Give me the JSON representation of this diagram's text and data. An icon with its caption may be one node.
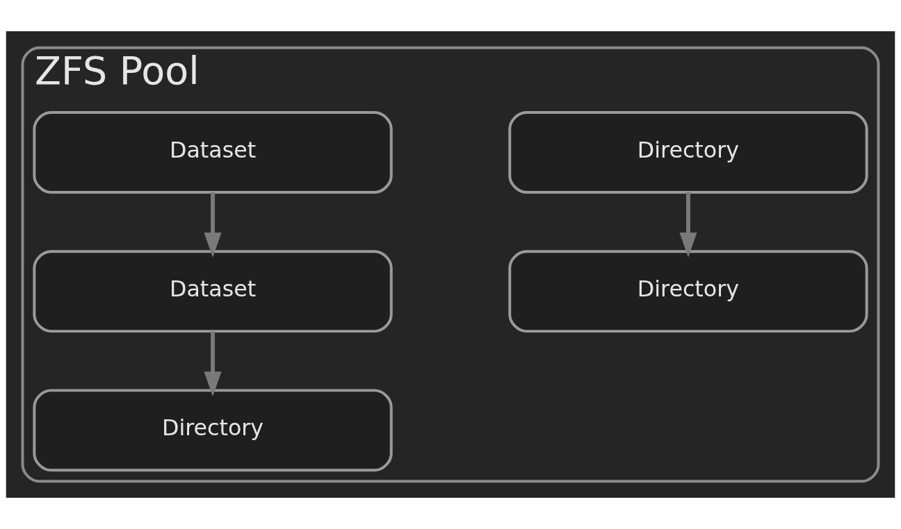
{
  "diagram": {
    "nodes": [
      {
        "text": [
          "ZFS Pool"
        ]
      },
      {
        "text": [
          "Directory"
        ],
        "in": 0
      },
      {
        "text": [
          "Directory"
        ],
        "in": 0
      },
      {
        "text": [
          "Dataset"
        ],
        "in": 0
      },
      {
        "text": [
          "Dataset"
        ],
        "in": 0
      },
      {
        "text": [
          "Directory"
        ],
        "in": 0
      }
    ],
    "edges": [
      {
        "from": 1,
        "to": 2,
        "arrow": "to"
      },
      {
        "from": 3,
        "to": 4,
        "arrow": "to"
      },
      {
        "from": 4,
        "to": 5,
        "arrow": "to"
      }
    ]
  }
}
